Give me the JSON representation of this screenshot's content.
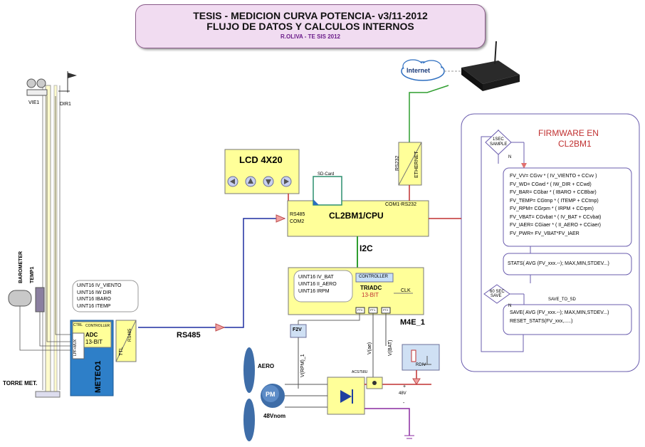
{
  "title": {
    "line1": "TESIS - MEDICION CURVA POTENCIA- v3/11-2012",
    "line2": "FLUJO DE DATOS Y CALCULOS INTERNOS",
    "author": "R.OLIVA - TE SIS 2012"
  },
  "internet": "Internet",
  "firmware": {
    "title1": "FIRMWARE EN",
    "title2": "CL2BM1",
    "sample_label1": "1SEC",
    "sample_label2": "SAMPLE",
    "decision_no": "N",
    "formulas": [
      "FV_VV= CGvv * ( IV_VIENTO + CCvv )",
      "FV_WD= CGwd * ( IW_DIR + CCwd)",
      "FV_BAR= CGbar * ( IBARO + CCBbar)",
      "FV_TEMP= CGtmp * ( ITEMP + CCtmp)",
      "FV_RPM= CGrpm * ( IRPM + CCrpm)",
      "FV_VBAT= CGvbat * ( IV_BAT + CCvbat)",
      "FV_IAER= CGiaer * ( II_AERO + CCiaer)",
      "FV_PWR= FV_VBAT*FV_IAER"
    ],
    "stats": "STATS( AVG (FV_xxx.--); MAX,MIN,STDEV...)",
    "save_label1": "60 SEC",
    "save_label2": "SAVE",
    "save_to_sd": "SAVE_TO_SD",
    "save_lines": [
      "SAVE( AVG (FV_xxx.--); MAX,MIN,STDEV...)",
      "RESET_STATS(FV_xxx,.....)"
    ]
  },
  "lcd": {
    "title": "LCD 4X20"
  },
  "cpu": {
    "sd_card": "SD-Card",
    "label": "CL2BM1/CPU",
    "rs485": "RS485",
    "com2": "COM2",
    "com1": "COM1-RS232",
    "rs232": "RS232",
    "ethernet": "ETHERNET"
  },
  "i2c": "I2C",
  "m4e": {
    "vars": [
      "UINT16 IV_BAT",
      "UINT16 II_AERO",
      "UINT16 IRPM"
    ],
    "controller": "CONTROLLER",
    "triadc": "TRIADC",
    "bits": "13-BIT",
    "clk": "CLK",
    "label": "M4E_1",
    "ports": [
      "PT0",
      "PT1",
      "PT2"
    ]
  },
  "meteo": {
    "vars": [
      "UINT16 IV_VIENTO",
      "UINT16 IW DIR",
      "UINT16 IBARO",
      "UINT16 ITEMP"
    ],
    "ctrl": "CTRL",
    "controller": "CONTROLLER",
    "adc": "ADC",
    "bits": "13-BIT",
    "lpf": "LPF+MUX",
    "ttl": "TTL",
    "rs485": "RS485",
    "label": "METEO1"
  },
  "rs485_bus": "RS485",
  "tower": {
    "vie1": "VIE1",
    "dir1": "DIR1",
    "barometer": "BAROMETER",
    "temp1": "TEMP1",
    "label": "TORRE MET."
  },
  "power": {
    "f2v": "F2V",
    "vrpm": "V(RPM)_1",
    "vae": "V(ae)",
    "vbat": "V(BAT)",
    "aero": "AERO",
    "pm": "PM",
    "vnom": "48Vnom",
    "sensor": "ACS758U",
    "rdiv": "RDIV",
    "volts": "48V",
    "plus": "+",
    "minus": "-"
  }
}
